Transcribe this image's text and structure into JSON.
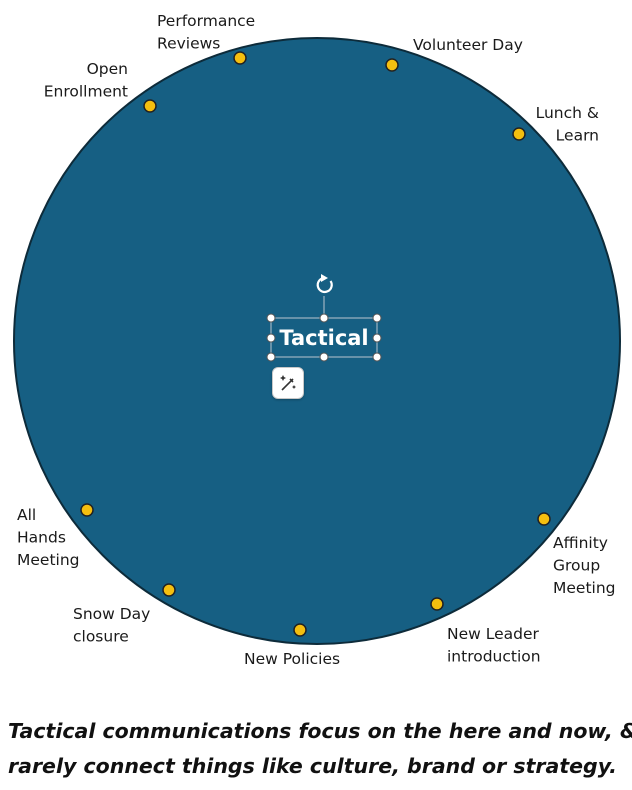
{
  "center": {
    "label": "Tactical"
  },
  "colors": {
    "circle_fill": "#165f83",
    "circle_stroke": "#0d2b3a",
    "node_fill": "#f5bf0f",
    "node_stroke": "#222222"
  },
  "nodes": [
    {
      "id": "performance-reviews",
      "lines": [
        "Performance",
        "Reviews"
      ]
    },
    {
      "id": "volunteer-day",
      "lines": [
        "Volunteer Day"
      ]
    },
    {
      "id": "open-enrollment",
      "lines": [
        "Open",
        "Enrollment"
      ]
    },
    {
      "id": "lunch-and-learn",
      "lines": [
        "Lunch &",
        "Learn"
      ]
    },
    {
      "id": "all-hands-meeting",
      "lines": [
        "All",
        "Hands",
        "Meeting"
      ]
    },
    {
      "id": "affinity-group-meeting",
      "lines": [
        "Affinity",
        "Group",
        "Meeting"
      ]
    },
    {
      "id": "snow-day-closure",
      "lines": [
        "Snow Day",
        "closure"
      ]
    },
    {
      "id": "new-leader-introduction",
      "lines": [
        "New Leader",
        "introduction"
      ]
    },
    {
      "id": "new-policies",
      "lines": [
        "New Policies"
      ]
    }
  ],
  "caption": {
    "line1": "Tactical communications focus on the here and now, &",
    "line2": "rarely connect things like culture, brand or strategy."
  },
  "icons": {
    "rotate": "rotate-icon",
    "wand": "magic-wand-icon"
  }
}
